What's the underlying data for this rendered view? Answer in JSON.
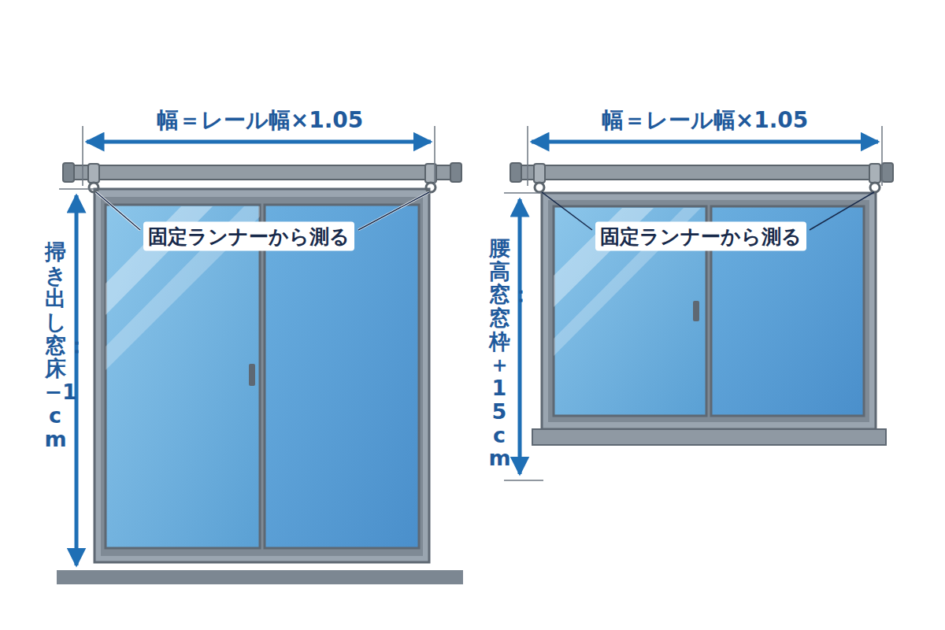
{
  "diagram": {
    "labels": [
      "幅＝レール幅×1.05",
      "固定ランナーから測る",
      "掃き出し窓：床−1cm",
      "幅＝レール幅×1.05",
      "固定ランナーから測る",
      "腰高窓：窓枠＋15cm"
    ]
  }
}
